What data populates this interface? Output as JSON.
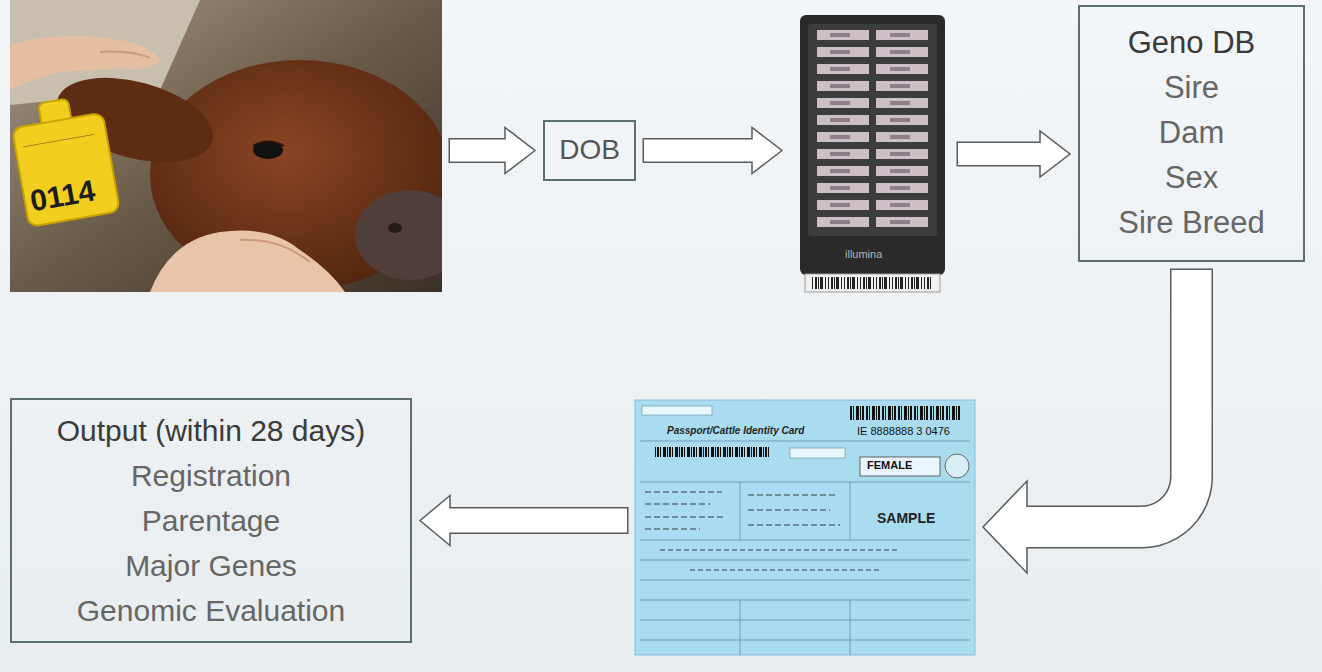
{
  "diagram": {
    "nodes": [
      {
        "text": [
          "0114"
        ]
      },
      {
        "text": [
          "DOB"
        ]
      },
      {
        "text": [
          "illumina"
        ]
      },
      {
        "text": [
          "Geno DB",
          "Sire",
          "Dam",
          "Sex",
          "Sire Breed"
        ]
      },
      {
        "text": [
          "Passport/Cattle Identity Card",
          "IE 8888888 3 0476",
          "FEMALE",
          "SAMPLE"
        ]
      },
      {
        "text": [
          "Output (within 28 days)",
          "Registration",
          "Parentage",
          "Major Genes",
          "Genomic Evaluation"
        ]
      }
    ],
    "edges": [
      {
        "from": 0,
        "to": 1,
        "arrow": "to"
      },
      {
        "from": 1,
        "to": 2,
        "arrow": "to"
      },
      {
        "from": 2,
        "to": 3,
        "arrow": "to"
      },
      {
        "from": 3,
        "to": 4,
        "arrow": "to"
      },
      {
        "from": 4,
        "to": 5,
        "arrow": "to"
      }
    ]
  }
}
